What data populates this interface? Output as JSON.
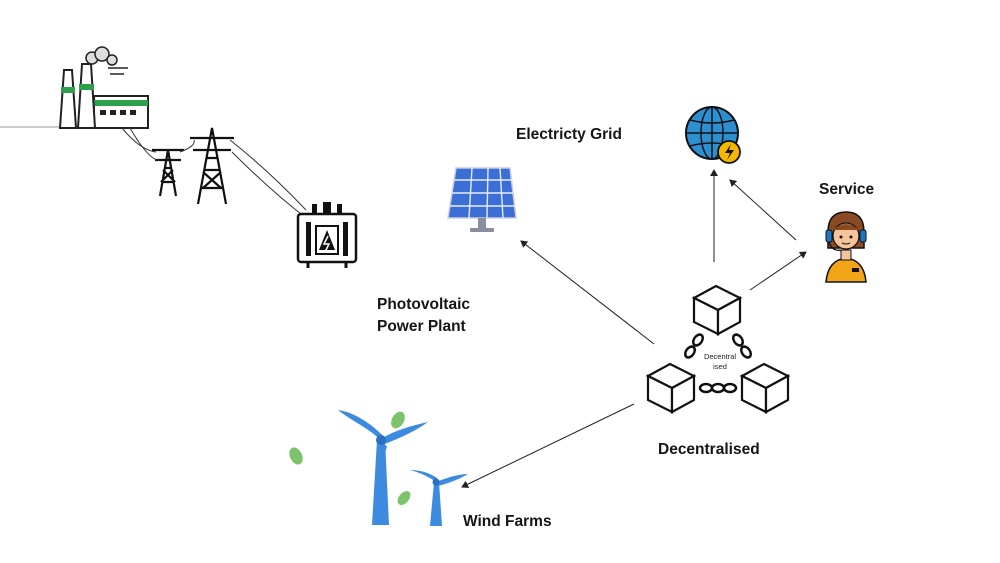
{
  "labels": {
    "grid": "Electricty Grid",
    "service": "Service",
    "pv_line1": "Photovoltaic",
    "pv_line2": "Power Plant",
    "decentralised": "Decentralised",
    "wind": "Wind Farms"
  },
  "hub_text": {
    "line1": "Decentral",
    "line2": "ised"
  },
  "icons": {
    "factory": "factory-icon",
    "tower": "transmission-tower-icon",
    "transformer": "transformer-icon",
    "solar": "solar-panel-icon",
    "grid": "globe-lightning-icon",
    "service": "support-agent-icon",
    "blockchain": "blockchain-cubes-icon",
    "wind": "wind-turbine-icon"
  },
  "colors": {
    "factory_accent": "#2e9f4a",
    "solar_blue": "#3b6fd6",
    "globe_blue": "#2b8fd1",
    "bolt_yellow": "#f5b700",
    "turbine_blue": "#3c8be0",
    "leaf_green": "#7cc36b",
    "agent_headset": "#1a78c2",
    "agent_shirt": "#f2a516"
  }
}
